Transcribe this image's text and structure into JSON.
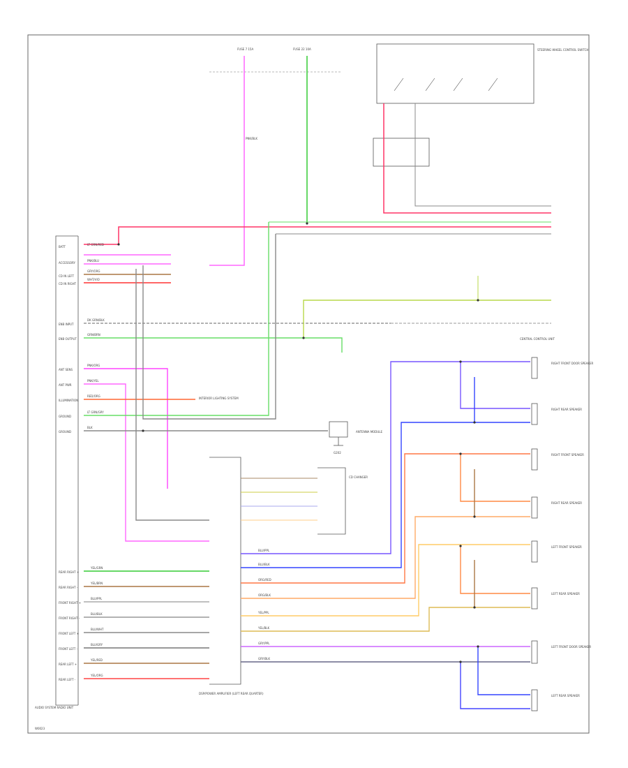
{
  "diagram": {
    "footer_code": "W0023",
    "pink_ignition_label": "PNK/BLK",
    "colors": {
      "pink": "#ff66ff",
      "red": "#ff3333",
      "green": "#33cc33",
      "gray": "#888888",
      "lime": "#b8d84a",
      "orange": "#ff8833",
      "tan": "#dd9966",
      "blue": "#5555ff",
      "violet": "#9966ff",
      "brown": "#aa7744",
      "yellow": "#cccc44",
      "black": "#333333"
    },
    "left_pins": [
      {
        "name": "BATT",
        "wire": "LT GRN/RED"
      },
      {
        "name": "ACCESSORY",
        "wire": "PNK/BLU"
      },
      {
        "name": "CD IN LEFT",
        "wire": "GRY/ORG"
      },
      {
        "name": "CD IN RIGHT",
        "wire": "WHT/VIO"
      },
      {
        "name": "ENB INPUT",
        "wire": "DK GRN/BLK"
      },
      {
        "name": "ENB OUTPUT",
        "wire": "GRN/BRN"
      },
      {
        "name": "ANT SENS",
        "wire": "PNK/ORG"
      },
      {
        "name": "ANT PWR",
        "wire": "PNK/YEL"
      },
      {
        "name": "ILLUMINATION",
        "wire": "RED/ORG"
      },
      {
        "name": "GROUND",
        "wire": "LT GRN/GRY"
      },
      {
        "name": "GROUND",
        "wire": "BLK"
      }
    ],
    "bottom_pins": [
      {
        "name": "REAR RIGHT +",
        "wire": "YEL/GRN"
      },
      {
        "name": "REAR RIGHT -",
        "wire": "YEL/BRN"
      },
      {
        "name": "FRONT RIGHT +",
        "wire": "BLU/PPL"
      },
      {
        "name": "FRONT RIGHT -",
        "wire": "BLU/BLK"
      },
      {
        "name": "FRONT LEFT +",
        "wire": "BLU/WHT"
      },
      {
        "name": "FRONT LEFT -",
        "wire": "BLU/GRY"
      },
      {
        "name": "REAR LEFT +",
        "wire": "YEL/RED"
      },
      {
        "name": "REAR LEFT -",
        "wire": "YEL/ORG"
      }
    ],
    "amp_outputs": [
      {
        "wire": "BLU/PPL"
      },
      {
        "wire": "BLU/BLK"
      },
      {
        "wire": "ORG/RED"
      },
      {
        "wire": "ORG/BLK"
      },
      {
        "wire": "YEL/PPL"
      },
      {
        "wire": "YEL/BLK"
      },
      {
        "wire": "GRY/PPL"
      },
      {
        "wire": "GRY/BLK"
      }
    ],
    "speakers": [
      {
        "name": "RIGHT FRONT DOOR SPEAKER"
      },
      {
        "name": "RIGHT REAR SPEAKER"
      },
      {
        "name": "RIGHT FRONT SPEAKER"
      },
      {
        "name": "RIGHT REAR SPEAKER"
      },
      {
        "name": "LEFT FRONT SPEAKER"
      },
      {
        "name": "LEFT REAR SPEAKER"
      },
      {
        "name": "LEFT FRONT DOOR SPEAKER"
      },
      {
        "name": "LEFT REAR SPEAKER"
      }
    ],
    "labels": {
      "radio_title": "AUDIO SYSTEM RADIO UNIT",
      "amp_title": "DSP/POWER AMPLIFIER (LEFT REAR QUARTER)",
      "fuse_top_1": "FUSE 7 15A",
      "fuse_top_2": "FUSE 22 10A",
      "steering_switch": "STEERING WHEEL CONTROL SWITCH",
      "ground_label": "G202",
      "antenna_module": "ANTENNA MODULE",
      "cd_changer": "CD CHANGER",
      "lighting_system": "INTERIOR LIGHTING SYSTEM",
      "central_control": "CENTRAL CONTROL UNIT"
    }
  }
}
